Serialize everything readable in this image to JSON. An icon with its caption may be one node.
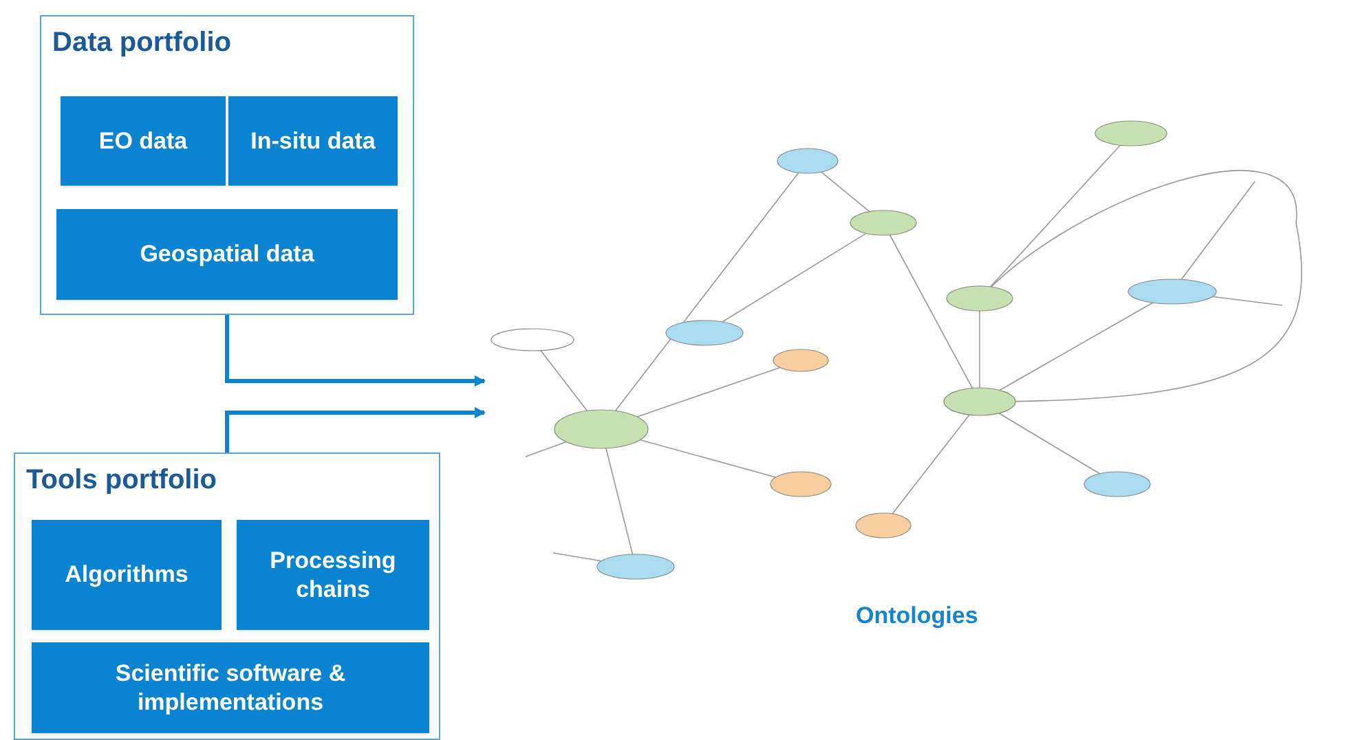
{
  "diagram": {
    "nodes": [
      {
        "text": [
          "Data portfolio"
        ]
      },
      {
        "text": [
          "EO data"
        ],
        "in": 0
      },
      {
        "text": [
          "In-situ data"
        ],
        "in": 0
      },
      {
        "text": [
          "Geospatial data"
        ],
        "in": 0
      },
      {
        "text": [
          "Tools portfolio"
        ]
      },
      {
        "text": [
          "Algorithms"
        ],
        "in": 4
      },
      {
        "text": [
          "Processing chains"
        ],
        "in": 4
      },
      {
        "text": [
          "Scientific software & implementations"
        ],
        "in": 4
      },
      {
        "text": [],
        "shape": "picture",
        "beside": [
          "Ontologies"
        ]
      }
    ],
    "edges": [
      {
        "from": 0,
        "to": 8,
        "arrow": "to"
      },
      {
        "from": 4,
        "to": 8,
        "arrow": "to"
      }
    ]
  }
}
